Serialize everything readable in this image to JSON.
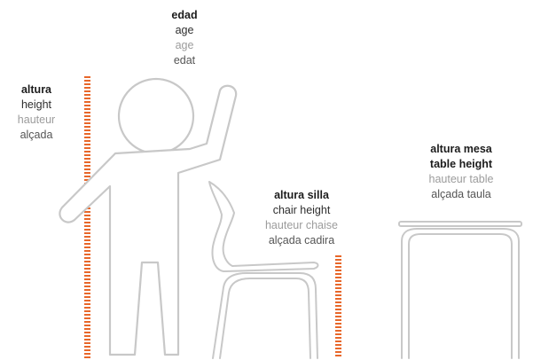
{
  "labels": {
    "age": {
      "es": "edad",
      "en": "age",
      "fr": "age",
      "ca": "edat"
    },
    "height": {
      "es": "altura",
      "en": "height",
      "fr": "hauteur",
      "ca": "alçada"
    },
    "chair_height": {
      "es": "altura silla",
      "en": "chair height",
      "fr": "hauteur chaise",
      "ca": "alçada cadira"
    },
    "table_height": {
      "es": "altura mesa",
      "en": "table height",
      "fr": "hauteur table",
      "ca": "alçada taula"
    }
  },
  "colors": {
    "measure_stripe": "#e8672a",
    "outline": "#c8c8c8"
  },
  "icons": [
    "person-raising-hand-icon",
    "chair-icon",
    "table-icon",
    "height-ruler-icon"
  ]
}
